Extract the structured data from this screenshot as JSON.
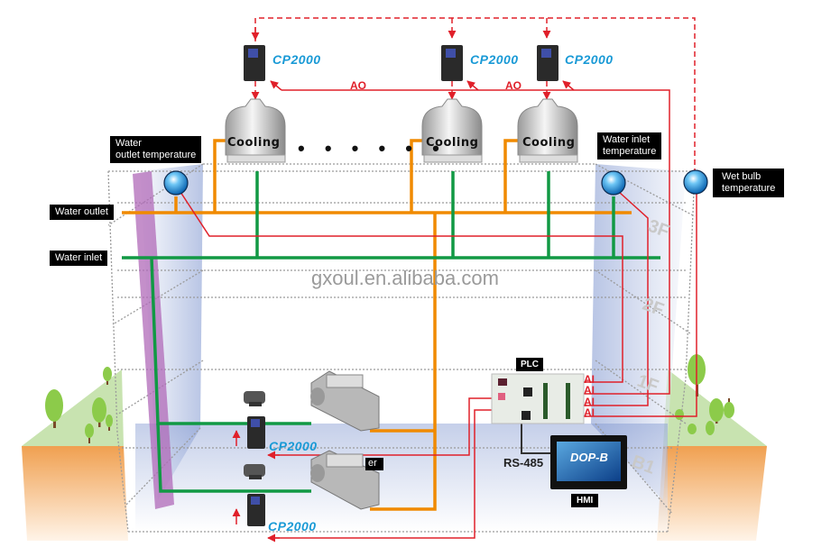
{
  "diagram": {
    "watermark": "gxoul.en.alibaba.com",
    "drives": {
      "top": [
        {
          "label": "CP2000"
        },
        {
          "label": "CP2000"
        },
        {
          "label": "CP2000"
        }
      ],
      "bottom": [
        {
          "label": "CP2000"
        },
        {
          "label": "CP2000"
        }
      ]
    },
    "signals": {
      "ao": [
        "AO",
        "AO"
      ],
      "ai": [
        "AI",
        "AI",
        "AI",
        "AI"
      ]
    },
    "cooling_towers": [
      {
        "label": "Cooling"
      },
      {
        "label": "Cooling"
      },
      {
        "label": "Cooling"
      }
    ],
    "ellipsis": "• • • • • •",
    "sensors": {
      "water_outlet_temperature": "Water\noutlet temperature",
      "water_inlet_temperature": "Water inlet\ntemperature",
      "wet_bulb_temperature": "Wet bulb\ntemperature"
    },
    "pipes": {
      "water_outlet": "Water outlet",
      "water_inlet": "Water inlet"
    },
    "floors": [
      "3F",
      "2F",
      "1F",
      "B1"
    ],
    "controllers": {
      "plc": "PLC",
      "hmi": "HMI",
      "hmi_screen_text": "DOP-B",
      "rs485": "RS-485",
      "chiller_partial_label": "er"
    },
    "colors": {
      "signal_red": "#e0202a",
      "outlet_orange": "#f08a00",
      "inlet_green": "#119944",
      "drive_blue": "#1a9ad6",
      "sensor_blue": "#3aa6e8",
      "riser_purple": "#b06ab8",
      "ground_green": "#c8e3b0",
      "soil_orange": "#f0a050"
    }
  }
}
